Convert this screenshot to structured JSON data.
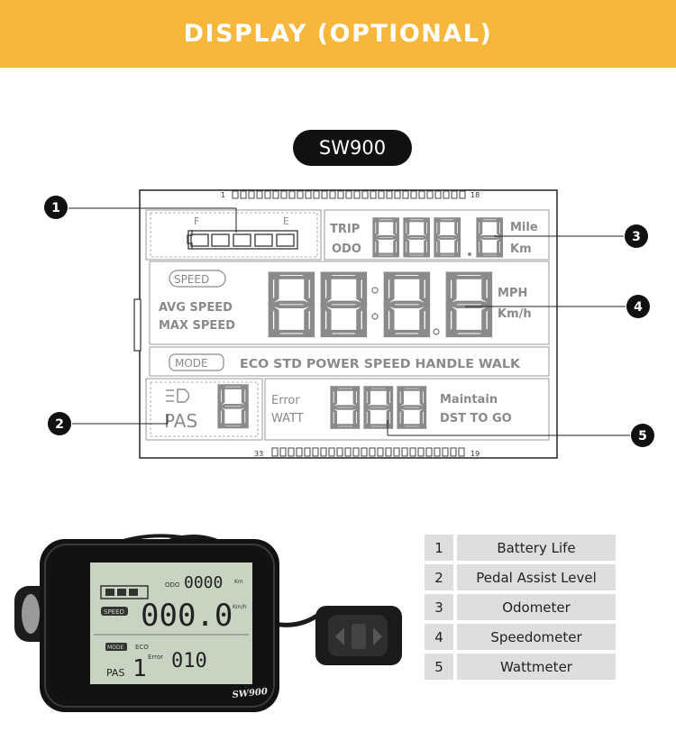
{
  "banner": {
    "title": "DISPLAY (OPTIONAL)"
  },
  "model": "SW900",
  "lcd": {
    "pin_labels": {
      "top_left": "1",
      "top_right": "18",
      "bottom_left": "33",
      "bottom_right": "19"
    },
    "battery": {
      "full": "F",
      "empty": "E"
    },
    "trip_odo": {
      "trip": "TRIP",
      "odo": "ODO",
      "mile": "Mile",
      "km": "Km"
    },
    "speed": {
      "badge": "SPEED",
      "avg": "AVG SPEED",
      "max": "MAX SPEED",
      "mph": "MPH",
      "kmh": "Km/h"
    },
    "mode": {
      "badge": "MODE",
      "options": "ECO STD POWER SPEED HANDLE WALK"
    },
    "bottom": {
      "pas": "PAS",
      "error": "Error",
      "watt": "WATT",
      "maintain": "Maintain",
      "dst_to_go": "DST  TO GO"
    }
  },
  "callouts": [
    "1",
    "2",
    "3",
    "4",
    "5"
  ],
  "photo": {
    "odo": "ODO",
    "odo_value": "0000",
    "km": "Km",
    "speed_badge": "SPEED",
    "speed_value": "000.0",
    "kmh": "Km/h",
    "mode_badge": "MODE",
    "mode_value": "ECO",
    "pas": "PAS",
    "pas_value": "1",
    "error": "Error",
    "error_value": "010",
    "brand": "SW900"
  },
  "legend": [
    {
      "num": "1",
      "label": "Battery Life"
    },
    {
      "num": "2",
      "label": "Pedal Assist Level"
    },
    {
      "num": "3",
      "label": "Odometer"
    },
    {
      "num": "4",
      "label": "Speedometer"
    },
    {
      "num": "5",
      "label": "Wattmeter"
    }
  ],
  "colors": {
    "banner": "#f6b73c",
    "lcd_segment": "#8a8a8a",
    "pill": "#111111",
    "table_cell": "#dedede"
  }
}
